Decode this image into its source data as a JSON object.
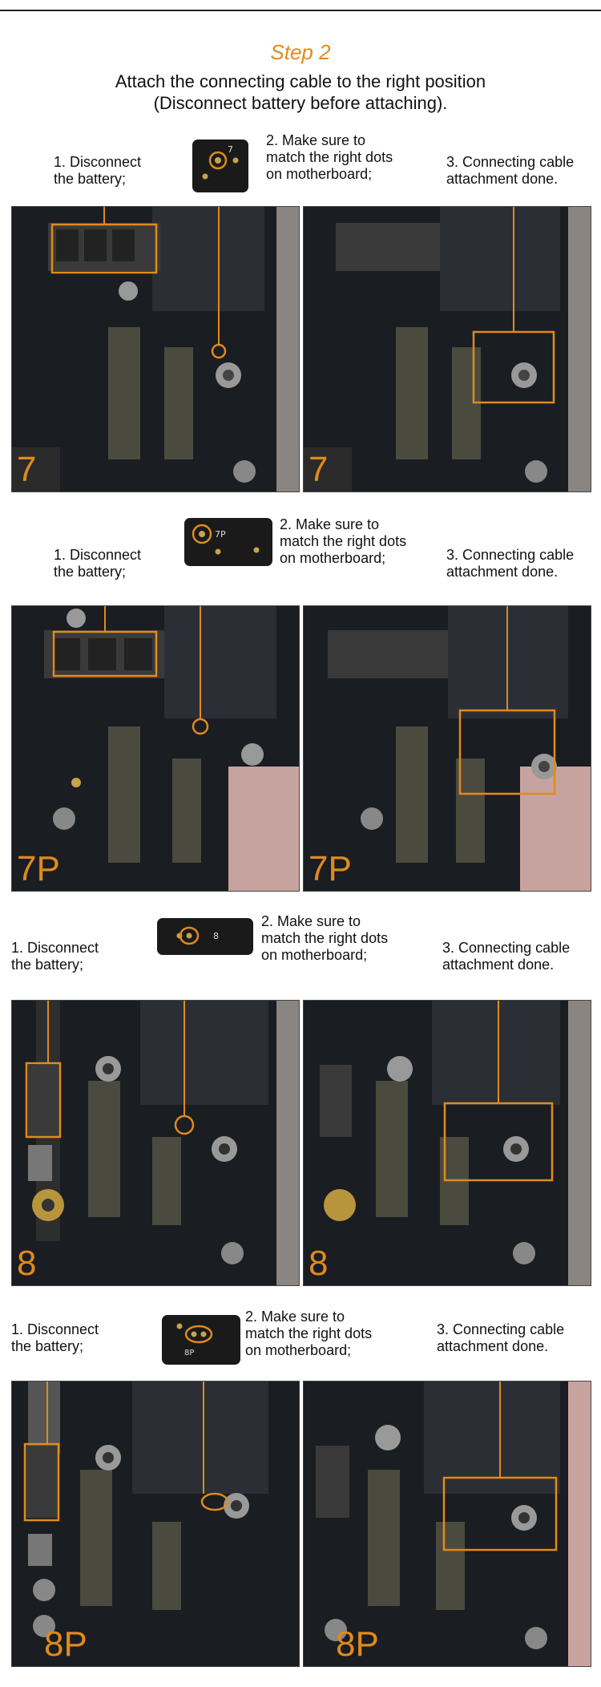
{
  "header": {
    "title": "Step 2",
    "instruction": "Attach the connecting cable to the right position",
    "note": "(Disconnect battery before attaching)."
  },
  "steps_text": {
    "disconnect": "1. Disconnect\nthe battery;",
    "match_dots": "2. Make sure to\nmatch the right dots\non motherboard;",
    "done": "3. Connecting cable\nattachment done."
  },
  "models": [
    {
      "name": "7",
      "tag_label": "7"
    },
    {
      "name": "7P",
      "tag_label": "7P"
    },
    {
      "name": "8",
      "tag_label": "8"
    },
    {
      "name": "8P",
      "tag_label": "8P"
    }
  ],
  "colors": {
    "accent": "#e08a1e",
    "board": "#1c1f23",
    "text": "#111111"
  }
}
